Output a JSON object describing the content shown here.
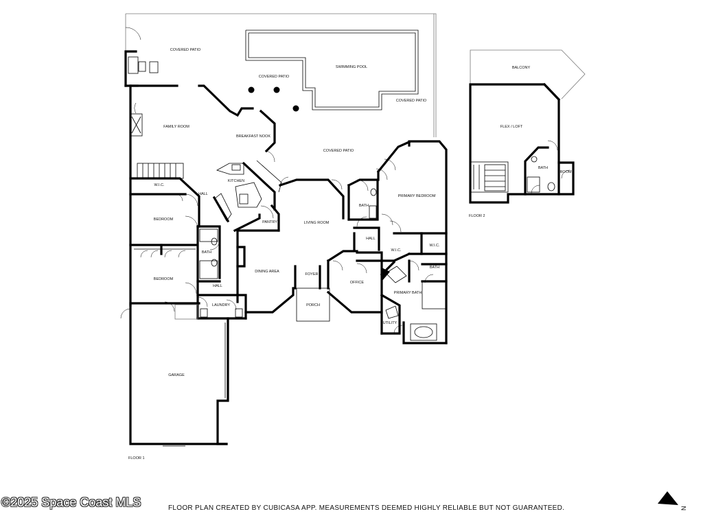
{
  "rooms": {
    "covered_patio_top": "COVERED PATIO",
    "covered_patio_pool": "COVERED PATIO",
    "swimming_pool": "SWIMMING POOL",
    "covered_patio_right": "COVERED PATIO",
    "covered_patio_center": "COVERED PATIO",
    "family_room": "FAMILY ROOM",
    "breakfast_nook": "BREAKFAST NOOK",
    "wic_left": "W.I.C.",
    "hall_left": "HALL",
    "kitchen": "KITCHEN",
    "pantry": "PANTRY",
    "bedroom_1": "BEDROOM",
    "bath_left": "BATH",
    "bedroom_2": "BEDROOM",
    "hall_lower": "HALL",
    "laundry": "LAUNDRY",
    "dining_area": "DINING AREA",
    "living_room": "LIVING ROOM",
    "foyer": "FOYER",
    "porch": "PORCH",
    "office": "OFFICE",
    "bath_center": "BATH",
    "hall_center": "HALL",
    "primary_bedroom": "PRIMARY BEDROOM",
    "wic_center": "W.I.C.",
    "wic_right": "W.I.C.",
    "bath_small": "BATH",
    "primary_bath": "PRIMARY BATH",
    "utility": "UTILITY",
    "garage": "GARAGE",
    "balcony": "BALCONY",
    "flex_loft": "FLEX / LOFT",
    "bath_upper": "BATH",
    "room_upper": "ROOM"
  },
  "floors": {
    "floor_1": "FLOOR 1",
    "floor_2": "FLOOR 2"
  },
  "footer": {
    "disclaimer": "FLOOR PLAN CREATED BY CUBICASA APP. MEASUREMENTS DEEMED HIGHLY RELIABLE BUT NOT GUARANTEED.",
    "watermark": "©2025 Space Coast MLS"
  },
  "compass": {
    "letter": "N",
    "icon": "north-arrow-icon"
  }
}
